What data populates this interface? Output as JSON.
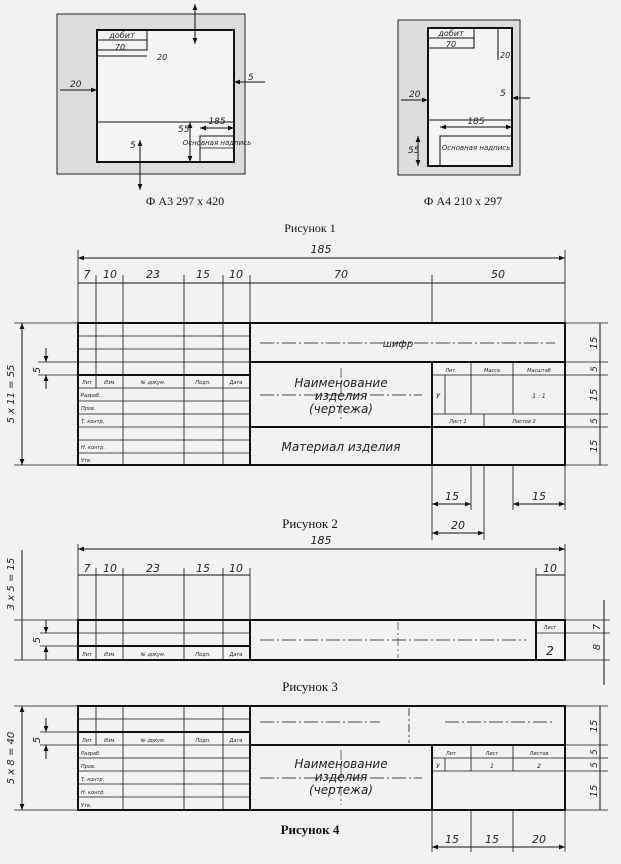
{
  "fig1": {
    "caption": "Рисунок 1",
    "a3": {
      "label": "Ф А3 297 х 420",
      "d_top": "20",
      "d_left": "20",
      "d_right": "5",
      "d_bottom": "5",
      "d_height": "55",
      "d_width": "185",
      "d_stamp": "70",
      "stamp_top": "добит",
      "main": "Основная надпись"
    },
    "a4": {
      "label": "Ф А4 210 х 297",
      "d_top": "20",
      "d_left": "20",
      "d_right": "5",
      "d_height": "55",
      "d_width": "185",
      "d_stamp": "70",
      "stamp_top": "добит",
      "main": "Основная надпись"
    }
  },
  "fig2": {
    "caption": "Рисунок 2",
    "total": "185",
    "cols": [
      "7",
      "10",
      "23",
      "15",
      "10",
      "70",
      "50"
    ],
    "rows_total": "5 х 11 = 55",
    "row_h": "5",
    "right_dims": [
      "15",
      "5",
      "15",
      "5",
      "15"
    ],
    "bottom_dims": [
      "15",
      "15",
      "20"
    ],
    "headers": [
      "Лит",
      "Изм.",
      "№ докум.",
      "Подп.",
      "Дата"
    ],
    "row_labels": [
      "Разраб.",
      "Пров.",
      "Т. контр.",
      "Н. контр.",
      "Утв."
    ],
    "code": "шифр",
    "name_lines": [
      "Наименование",
      "изделия",
      "(чертежа)"
    ],
    "material": "Материал изделия",
    "right_headers": [
      "Лит.",
      "Масса",
      "Масштаб"
    ],
    "lit": "У",
    "scale": "1 : 1",
    "sheet": "Лист 1",
    "sheets": "Листов 2"
  },
  "fig3": {
    "caption": "Рисунок 3",
    "total": "185",
    "cols": [
      "7",
      "10",
      "23",
      "15",
      "10"
    ],
    "last_col": "10",
    "rows_total": "3 х 5 = 15",
    "row_h": "5",
    "right_dims": [
      "7",
      "8"
    ],
    "headers": [
      "Лит",
      "Изм.",
      "№ докум.",
      "Подп.",
      "Дата"
    ],
    "sheet": "Лист",
    "sheet_num": "2"
  },
  "fig4": {
    "caption": "Рисунок 4",
    "rows_total": "5 х 8 = 40",
    "row_h": "5",
    "right_dims": [
      "15",
      "5",
      "5",
      "15"
    ],
    "bottom_dims": [
      "15",
      "15",
      "20"
    ],
    "headers": [
      "Лит",
      "Изм.",
      "№ докум.",
      "Подп.",
      "Дата"
    ],
    "row_labels": [
      "Разраб.",
      "Пров.",
      "Т. контр.",
      "Н. контр.",
      "Утв."
    ],
    "name_lines": [
      "Наименование",
      "изделия",
      "(чертежа)"
    ],
    "right_headers": [
      "Лит",
      "Лист",
      "Листов"
    ],
    "lit": "У",
    "sheet": "1",
    "sheets": "2"
  }
}
